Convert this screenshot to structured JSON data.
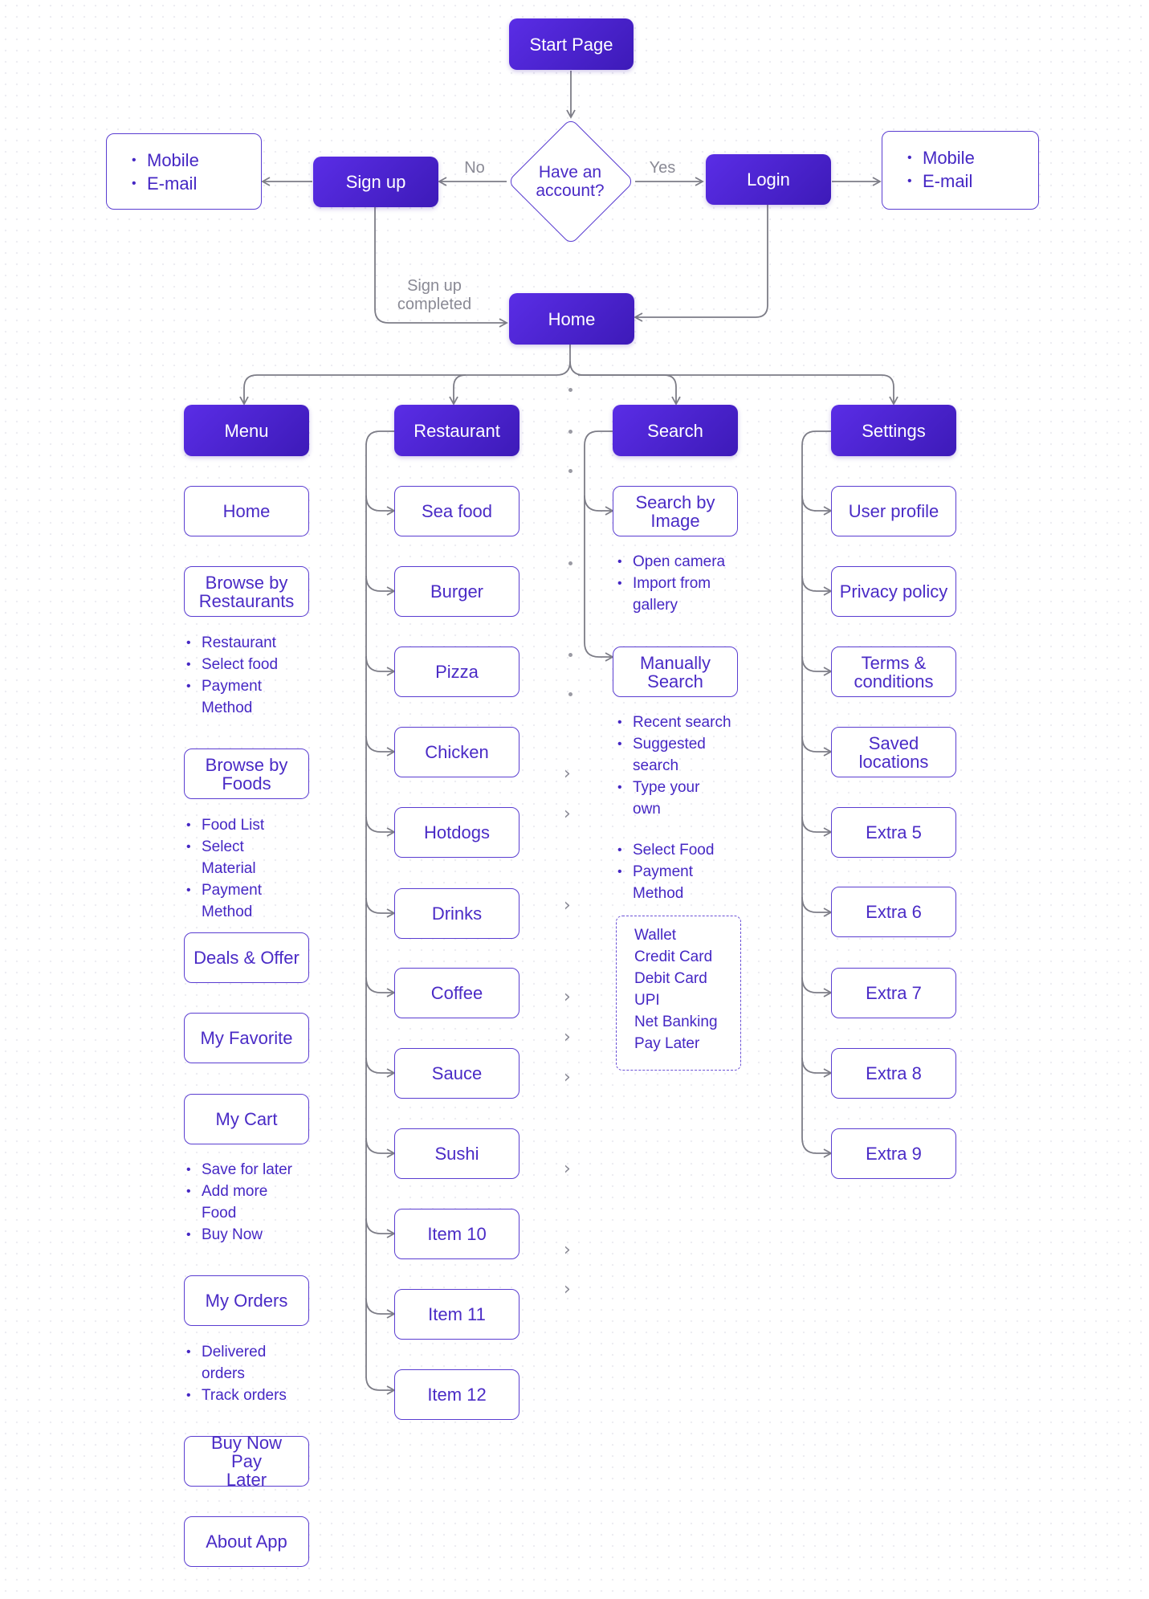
{
  "start": "Start Page",
  "decision": "Have an account?",
  "no_label": "No",
  "yes_label": "Yes",
  "signup": "Sign up",
  "login": "Login",
  "signup_methods": [
    "Mobile",
    "E-mail"
  ],
  "login_methods": [
    "Mobile",
    "E-mail"
  ],
  "signup_completed": "Sign up completed",
  "home": "Home",
  "menu": {
    "title": "Menu",
    "home": "Home",
    "browse_restaurants": "Browse by Restaurants",
    "browse_restaurants_items": [
      "Restaurant",
      "Select food",
      "Payment Method"
    ],
    "browse_foods": "Browse by Foods",
    "browse_foods_items": [
      "Food List",
      "Select Material",
      "Payment Method"
    ],
    "deals": "Deals & Offer",
    "favorite": "My Favorite",
    "cart": "My Cart",
    "cart_items": [
      "Save for later",
      "Add more Food",
      "Buy Now"
    ],
    "orders": "My Orders",
    "orders_items": [
      "Delivered orders",
      "Track orders"
    ],
    "bnpl": "Buy Now Pay Later",
    "about": "About App"
  },
  "restaurant": {
    "title": "Restaurant",
    "items": [
      "Sea food",
      "Burger",
      "Pizza",
      "Chicken",
      "Hotdogs",
      "Drinks",
      "Coffee",
      "Sauce",
      "Sushi",
      "Item 10",
      "Item 11",
      "Item 12"
    ]
  },
  "search": {
    "title": "Search",
    "by_image": "Search by Image",
    "by_image_items": [
      "Open camera",
      "Import from gallery"
    ],
    "manual": "Manually Search",
    "manual_items": [
      "Recent search",
      "Suggested search",
      "Type your own"
    ],
    "order_items": [
      "Select Food",
      "Payment Method"
    ],
    "payment_methods": [
      "Wallet",
      "Credit Card",
      "Debit Card",
      "UPI",
      "Net Banking",
      "Pay Later"
    ]
  },
  "settings": {
    "title": "Settings",
    "items": [
      "User profile",
      "Privacy policy",
      "Terms & conditions",
      "Saved locations",
      "Extra 5",
      "Extra 6",
      "Extra 7",
      "Extra 8",
      "Extra 9"
    ]
  }
}
